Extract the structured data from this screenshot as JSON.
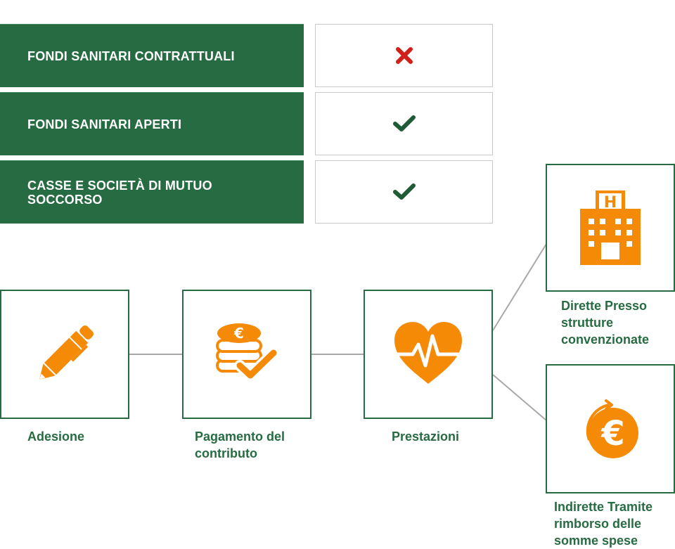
{
  "table": {
    "rows": [
      {
        "label": "FONDI SANITARI CONTRATTUALI",
        "status": "no"
      },
      {
        "label": "FONDI SANITARI APERTI",
        "status": "yes"
      },
      {
        "label": "CASSE E SOCIETÀ DI MUTUO SOCCORSO",
        "status": "yes"
      }
    ]
  },
  "flow": {
    "steps": [
      {
        "label": "Adesione",
        "icon": "pen-icon"
      },
      {
        "label": "Pagamento del contributo",
        "icon": "coins-check-icon"
      },
      {
        "label": "Prestazioni",
        "icon": "heart-pulse-icon"
      }
    ],
    "branches": [
      {
        "label": "Dirette Presso strutture convenzionate",
        "icon": "hospital-icon"
      },
      {
        "label": "Indirette Tramite rimborso delle somme spese",
        "icon": "euro-refund-icon"
      }
    ]
  },
  "colors": {
    "green": "#276b42",
    "orange": "#f58a07",
    "cross": "#d0201a",
    "check": "#1f5c36",
    "connector": "#a8a8a8"
  }
}
